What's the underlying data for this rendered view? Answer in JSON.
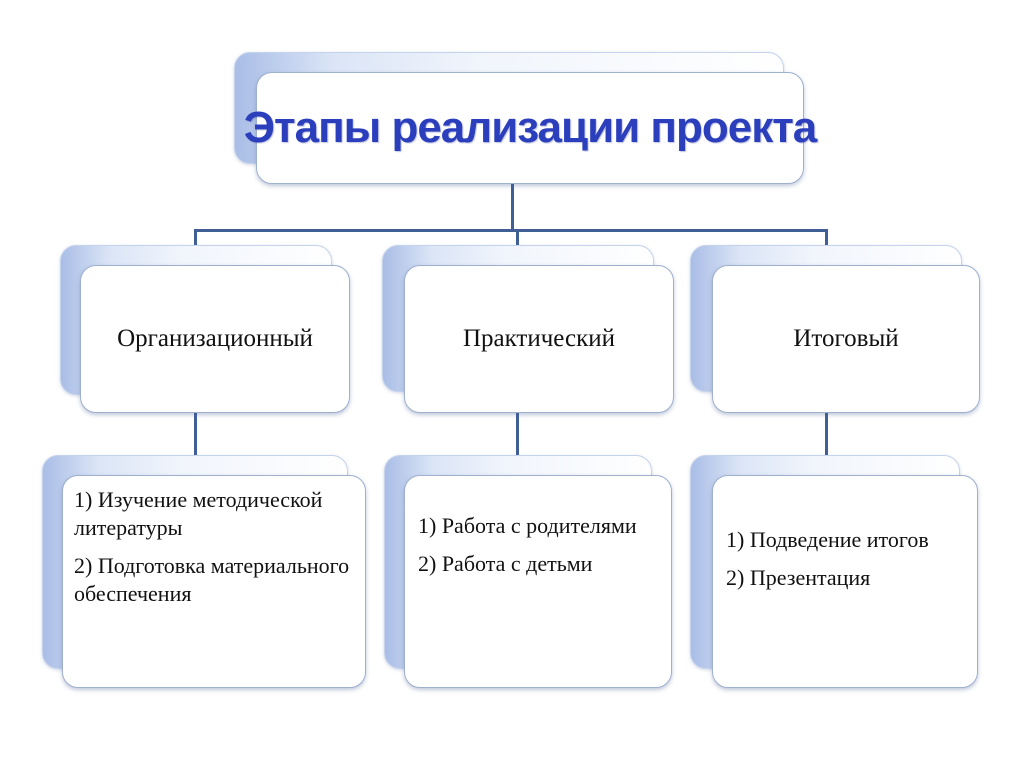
{
  "title": "Этапы реализации проекта",
  "colors": {
    "title_text": "#2b3fbd",
    "connector": "#3f5f95",
    "card_border": "#9fb0cf",
    "card_shadow_gradient": "#a9bde6"
  },
  "stages": [
    {
      "label": "Организационный",
      "items": [
        "1) Изучение методической литературы",
        "2) Подготовка материального обеспечения"
      ]
    },
    {
      "label": "Практический",
      "items": [
        "1) Работа с родителями",
        "2) Работа с детьми"
      ]
    },
    {
      "label": "Итоговый",
      "items": [
        "1) Подведение итогов",
        "2) Презентация"
      ]
    }
  ]
}
